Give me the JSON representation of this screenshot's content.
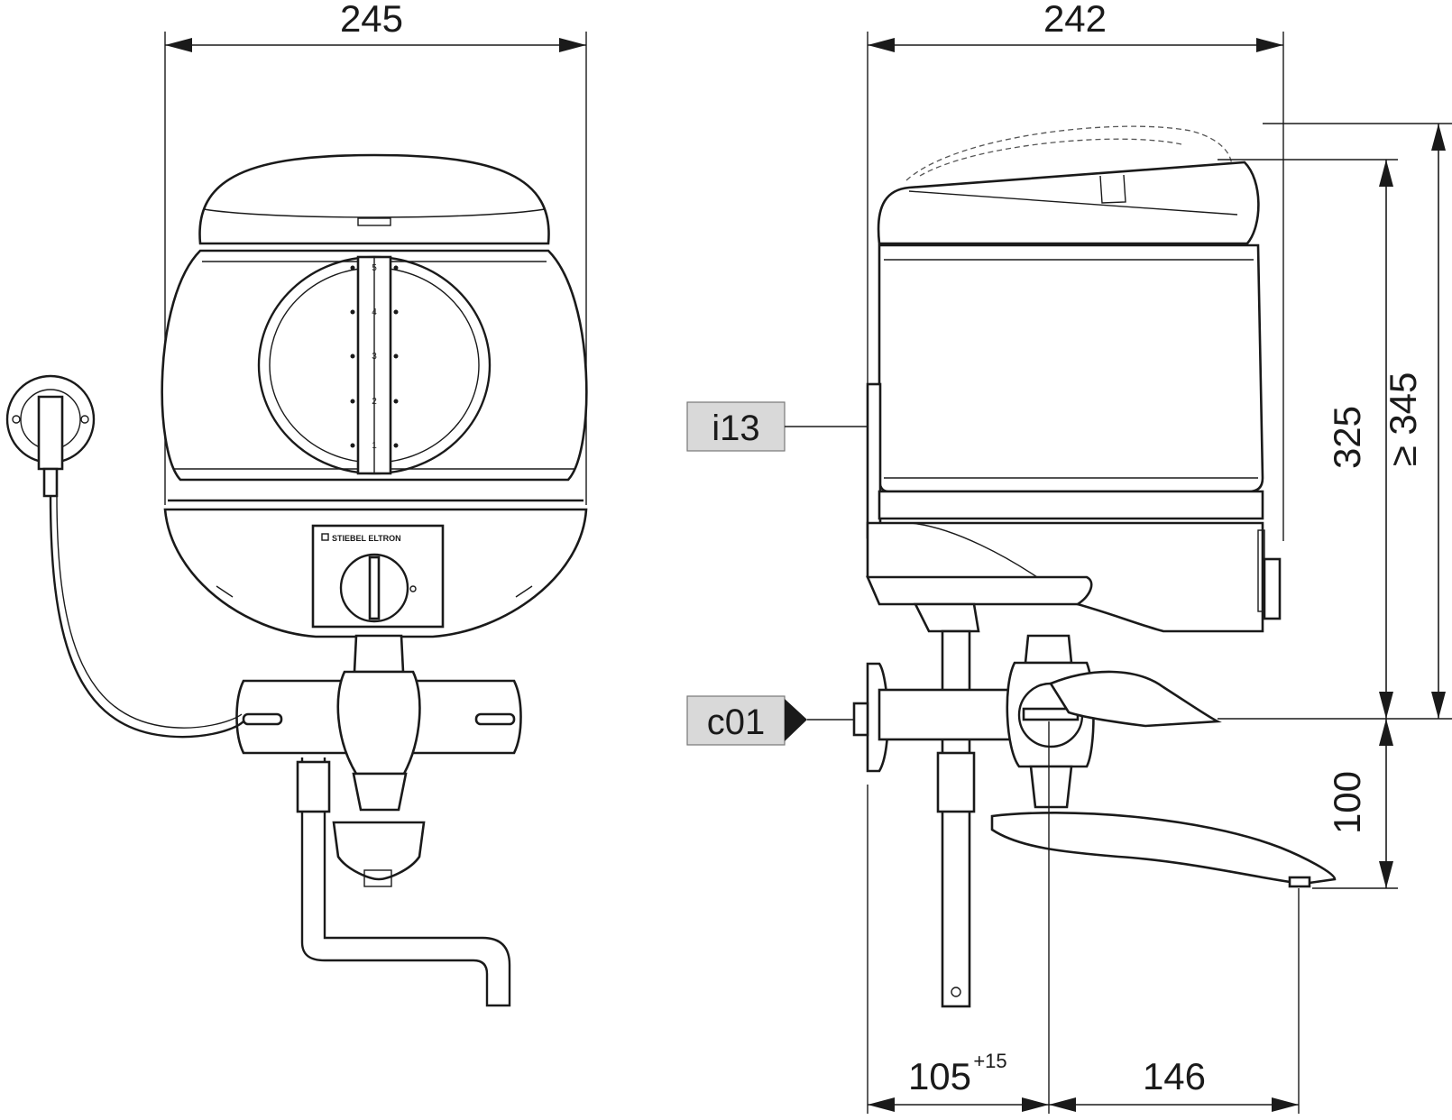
{
  "dimensions": {
    "front_width": "245",
    "side_depth": "242",
    "height_body": "325",
    "height_min": "≥ 345",
    "spout_drop": "100",
    "wall_offset": "105",
    "wall_offset_tol": "+15",
    "spout_reach": "146"
  },
  "labels": {
    "i13": "i13",
    "c01": "c01"
  },
  "control_panel": {
    "brand": "STIEBEL ELTRON"
  },
  "level_scale": [
    "5",
    "4",
    "3",
    "2",
    "1"
  ],
  "colors": {
    "line": "#1a1a1a",
    "tag_fill": "#d9d9d9"
  }
}
